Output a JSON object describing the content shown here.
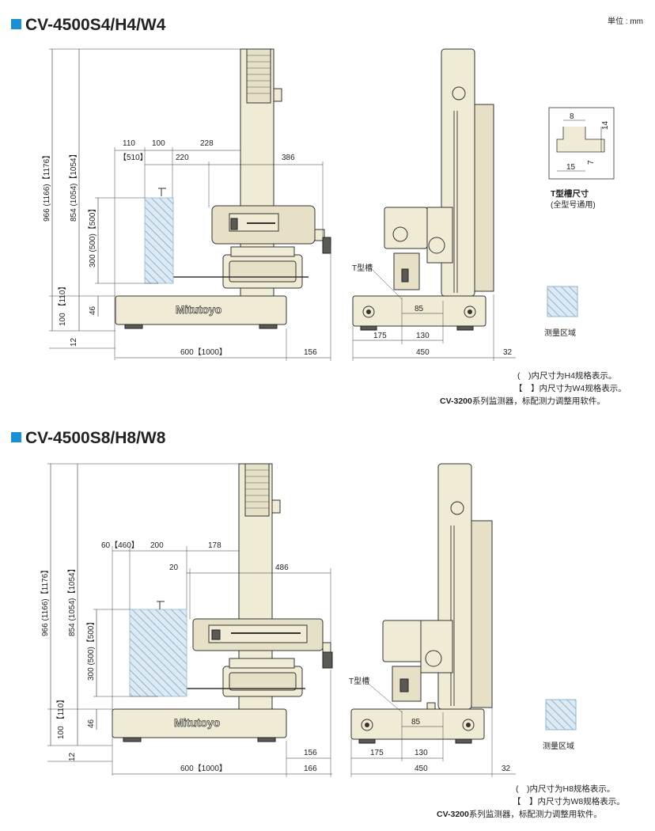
{
  "unit_label": "単位 : mm",
  "colors": {
    "accent": "#1a8fd6",
    "body": "#efebd4",
    "hatch": "#8fb6cf"
  },
  "sections": [
    {
      "title": "CV-4500S4/H4/W4",
      "front": {
        "d_110": "110",
        "d_100": "100",
        "d_228": "228",
        "d_510": "【510】",
        "d_220": "220",
        "d_386": "386",
        "v_966": "966 (1166)【1176】",
        "v_854": "854 (1054)【1054】",
        "v_300": "300 (500)【500】",
        "v_100": "100 【110】",
        "v_46": "46",
        "v_12": "12",
        "d_600": "600【1000】",
        "d_156": "156"
      },
      "side": {
        "tslot": "T型槽",
        "d_85": "85",
        "d_175": "175",
        "d_130": "130",
        "d_450": "450",
        "d_32": "32"
      },
      "detail": {
        "d_8": "8",
        "d_14": "14",
        "d_7": "7",
        "d_15": "15",
        "label1": "T型槽尺寸",
        "label2": "(全型号通用)"
      },
      "legend": "测量区域",
      "notes": [
        "(　)内尺寸为H4规格表示。",
        "【　】内尺寸为W4规格表示。"
      ],
      "note_bold": "CV-3200",
      "note_rest": "系列监测器，标配测力调整用软件。"
    },
    {
      "title": "CV-4500S8/H8/W8",
      "front": {
        "d_60": "60【460】",
        "d_200": "200",
        "d_178": "178",
        "d_20": "20",
        "d_486": "486",
        "v_966": "966 (1166)【1176】",
        "v_854": "854 (1054)【1054】",
        "v_300": "300 (500)【500】",
        "v_100": "100 【110】",
        "v_46": "46",
        "v_12": "12",
        "d_600": "600【1000】",
        "d_156": "156",
        "d_166": "166"
      },
      "side": {
        "tslot": "T型槽",
        "d_85": "85",
        "d_175": "175",
        "d_130": "130",
        "d_450": "450",
        "d_32": "32"
      },
      "legend": "测量区域",
      "notes": [
        "(　)内尺寸为H8规格表示。",
        "【　】内尺寸为W8规格表示。"
      ],
      "note_bold": "CV-3200",
      "note_rest": "系列监测器，标配测力调整用软件。"
    }
  ],
  "logo_text": "Mitutoyo"
}
